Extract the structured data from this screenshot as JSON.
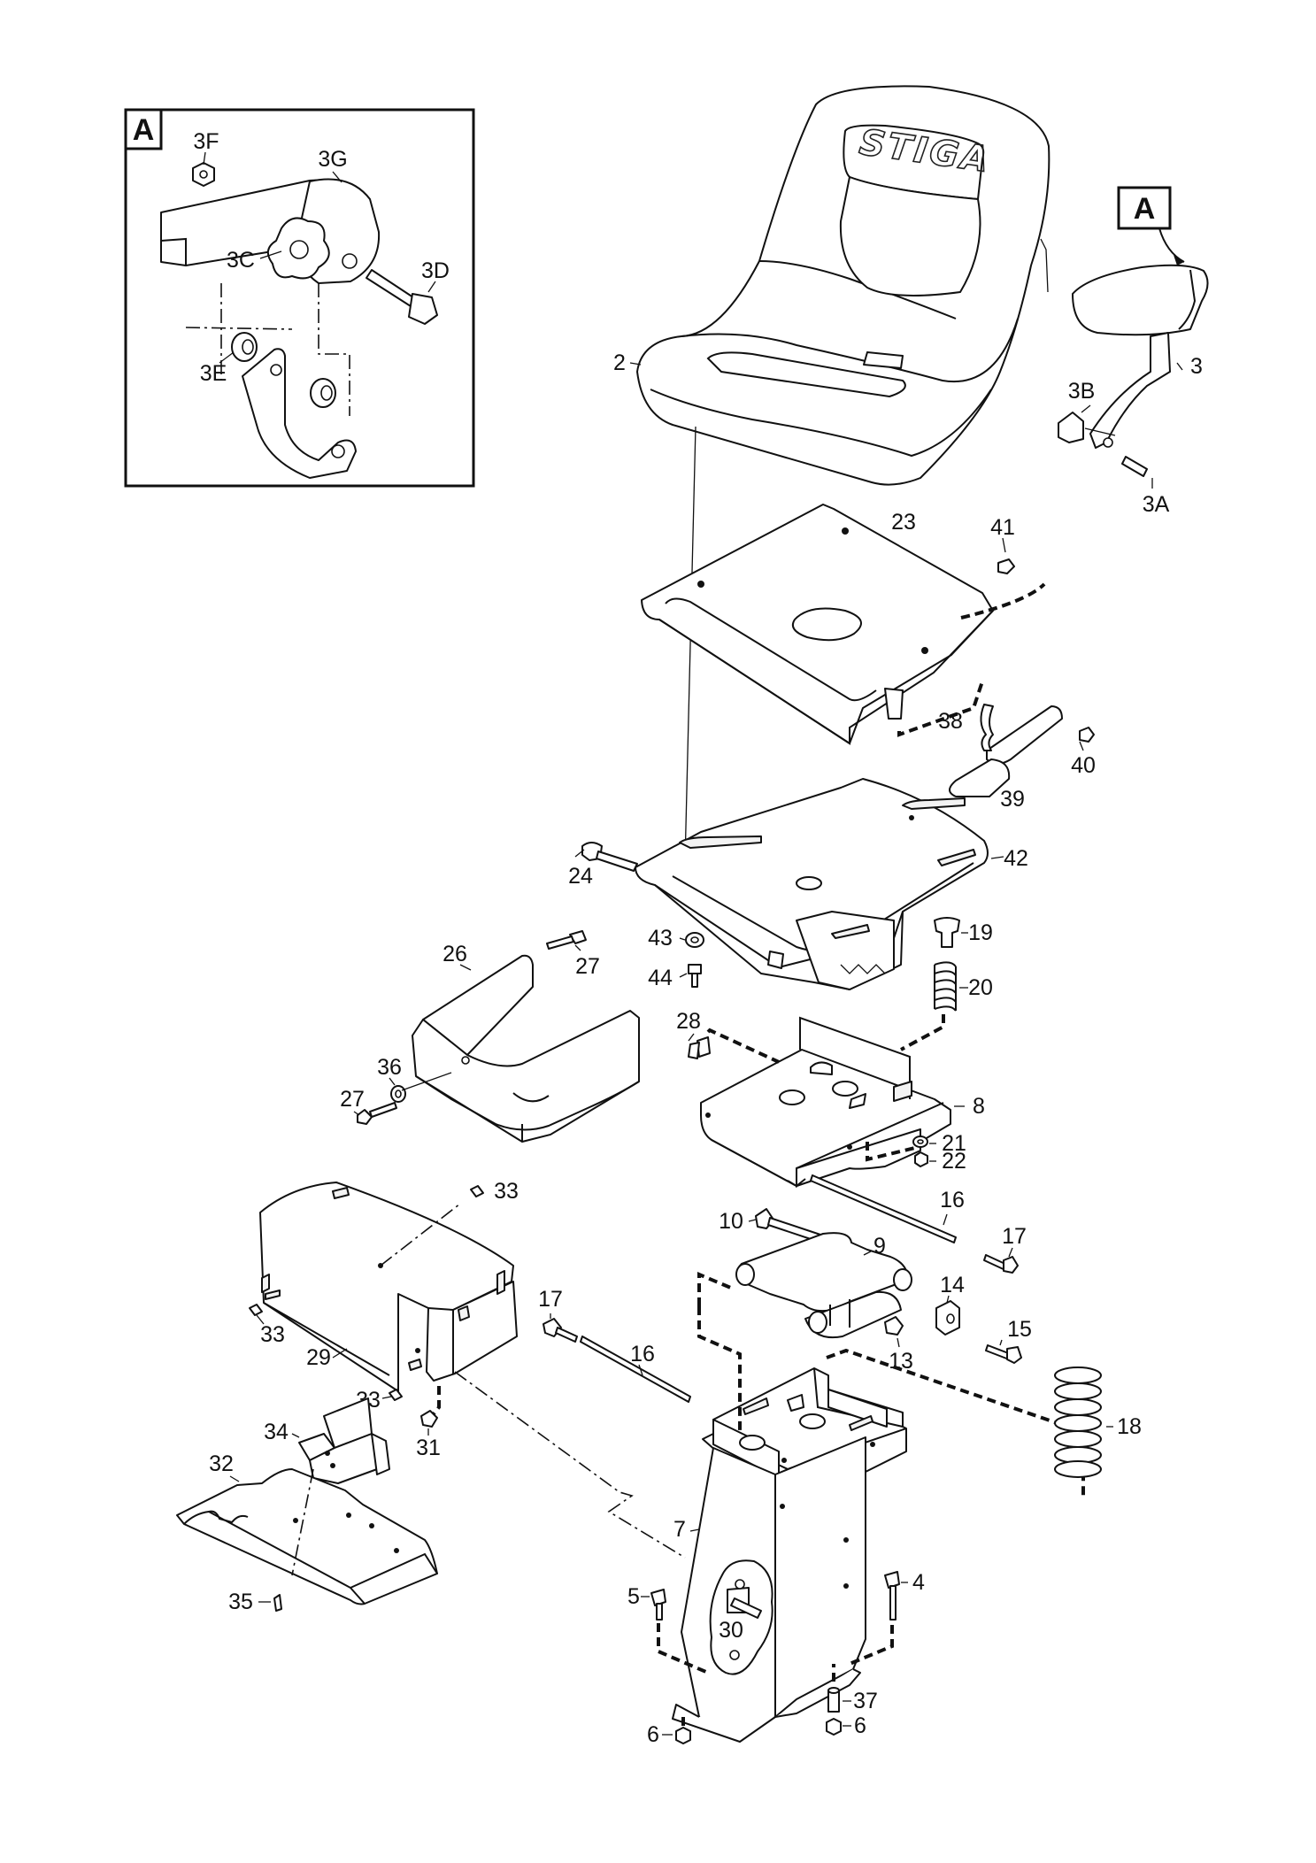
{
  "inset": {
    "frame_label": "A",
    "callouts": [
      "3F",
      "3G",
      "3C",
      "3D",
      "3E"
    ]
  },
  "seat": {
    "brand": "STIGA",
    "frame_label": "A"
  },
  "callouts": {
    "c2": "2",
    "c3": "3",
    "c3B": "3B",
    "c3A": "3A",
    "c23": "23",
    "c41": "41",
    "c38": "38",
    "c40": "40",
    "c39": "39",
    "c42": "42",
    "c24": "24",
    "c19": "19",
    "c43": "43",
    "c44": "44",
    "c20": "20",
    "c26": "26",
    "c27a": "27",
    "c28": "28",
    "c36": "36",
    "c27b": "27",
    "c8": "8",
    "c21": "21",
    "c22": "22",
    "c33a": "33",
    "c16a": "16",
    "c10": "10",
    "c17a": "17",
    "c9": "9",
    "c14": "14",
    "c15": "15",
    "c13": "13",
    "c33b": "33",
    "c29": "29",
    "c17b": "17",
    "c16b": "16",
    "c33c": "33",
    "c31": "31",
    "c34": "34",
    "c18": "18",
    "c32": "32",
    "c7": "7",
    "c35": "35",
    "c5": "5",
    "c30": "30",
    "c4": "4",
    "c37": "37",
    "c6a": "6",
    "c6b": "6"
  }
}
